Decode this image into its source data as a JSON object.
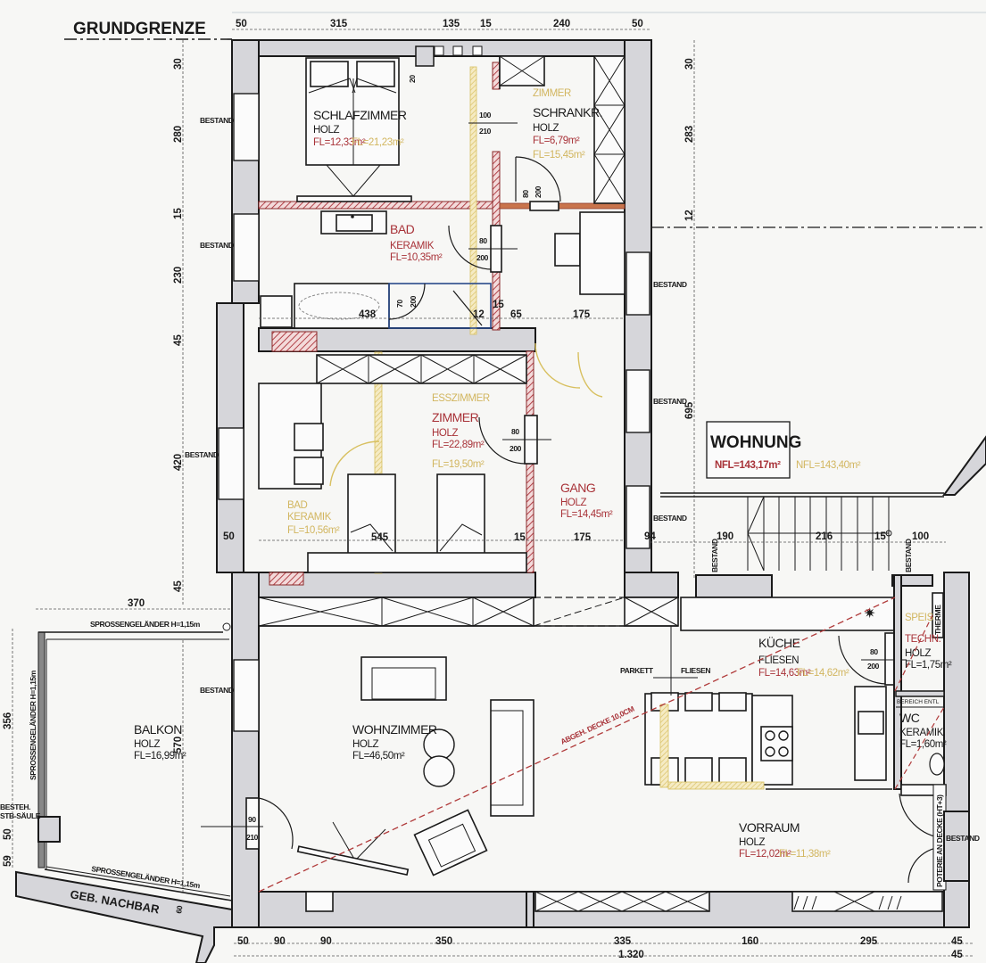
{
  "title": "GRUNDGRENZE",
  "apartment": {
    "label": "WOHNUNG",
    "nfl_new": "NFL=143,17m²",
    "nfl_old": "NFL=143,40m²"
  },
  "rooms": {
    "schlafzimmer": {
      "name": "SCHLAFZIMMER",
      "floor": "HOLZ",
      "area": "FL=12,33m²",
      "area_old": "FL=21,23m²"
    },
    "schrankraum": {
      "old_name": "ZIMMER",
      "name": "SCHRANKR.",
      "floor": "HOLZ",
      "area": "FL=6,79m²",
      "area_old": "FL=15,45m²"
    },
    "bad": {
      "name": "BAD",
      "floor": "KERAMIK",
      "area": "FL=10,35m²"
    },
    "zimmer": {
      "old_name": "ESSZIMMER",
      "name": "ZIMMER",
      "floor": "HOLZ",
      "area": "FL=22,89m²",
      "area_old": "FL=19,50m²"
    },
    "bad_old": {
      "name": "BAD",
      "floor": "KERAMIK",
      "area": "FL=10,56m²"
    },
    "gang": {
      "name": "GANG",
      "floor": "HOLZ",
      "area": "FL=14,45m²"
    },
    "wohnzimmer": {
      "name": "WOHNZIMMER",
      "floor": "HOLZ",
      "area": "FL=46,50m²"
    },
    "balkon": {
      "name": "BALKON",
      "floor": "HOLZ",
      "area": "FL=16,99m²"
    },
    "kueche": {
      "name": "KÜCHE",
      "floor": "FLIESEN",
      "area": "FL=14,63m²",
      "area_old": "FL=14,62m²"
    },
    "technik": {
      "old_name": "SPEIS",
      "name": "TECHN.",
      "floor": "HOLZ",
      "area": "FL=1,75m²"
    },
    "wc": {
      "name": "WC",
      "floor": "KERAMIK",
      "area": "FL=1,60m²"
    },
    "vorraum": {
      "name": "VORRAUM",
      "floor": "HOLZ",
      "area": "FL=12,02m²",
      "area_old": "FL=11,38m²"
    }
  },
  "annotations": {
    "bestand": "BESTAND",
    "parkett": "PARKETT",
    "fliesen": "FLIESEN",
    "ceiling": "ABGEH. DECKE 10,0CM",
    "railing_top": "SPROSSENGELÄNDER H=1,15m",
    "railing_side": "SPROSSENGELÄNDER H=1,15m",
    "railing_bottom": "SPROSSENGELÄNDER H=1,15m",
    "column": [
      "BESTEH.",
      "STB-SÄULE"
    ],
    "neighbour": "GEB. NACHBAR",
    "neighbour_thk": "60",
    "therme": "THERME",
    "gallery": "POTERIE AN DECKE (HT+3)",
    "poterie_short": "POT",
    "ceiling_vent": "BEREICH ENTL"
  },
  "doors": {
    "d1": [
      "100",
      "210"
    ],
    "d2": [
      "80",
      "200"
    ],
    "d3": [
      "80",
      "200"
    ],
    "d4": [
      "70",
      "200"
    ],
    "d5": [
      "80",
      "200"
    ],
    "d6": [
      "90",
      "210"
    ],
    "d7": [
      "80",
      "200"
    ]
  },
  "dims": {
    "top": [
      "50",
      "315",
      "135",
      "15",
      "240",
      "50"
    ],
    "left": [
      "30",
      "280",
      "15",
      "230",
      "45",
      "420",
      "45"
    ],
    "right": [
      "30",
      "283",
      "12",
      "695"
    ],
    "inner": {
      "bath_w": "438",
      "w12": "12",
      "w15": "15",
      "w65": "65",
      "w175": "175",
      "w545": "545",
      "w15b": "15",
      "w175b": "175",
      "w20": "20",
      "w50": "50"
    },
    "stairs": [
      "94",
      "190",
      "216",
      "15",
      "100"
    ],
    "balcony": {
      "w": "370",
      "h356": "356",
      "h50": "50",
      "h59": "59",
      "h570": "570"
    },
    "bottom": [
      "50",
      "90",
      "90",
      "350",
      "335",
      "160",
      "295",
      "45"
    ],
    "bottom_total": "1.320",
    "bottom_end": "45"
  }
}
